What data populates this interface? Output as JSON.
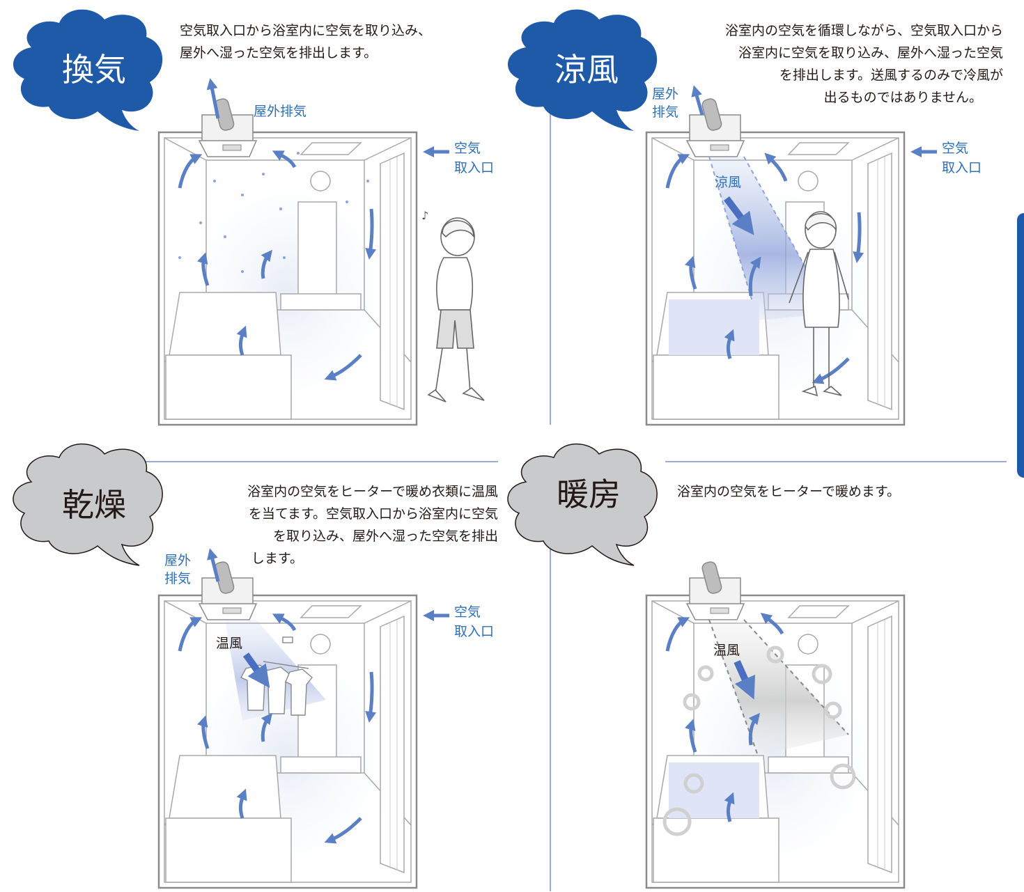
{
  "colors": {
    "accent_blue": "#1f5aa8",
    "label_blue": "#2c6fb6",
    "bubble_gray": "#c9cacb",
    "arrow_blue": "#5b7fc4",
    "divider": "#9aa9d6"
  },
  "panels": {
    "ventilation": {
      "title": "換気",
      "desc": [
        "空気取入口から浴室内に空気を取り込み、",
        "屋外へ湿った空気を排出します。"
      ],
      "exhaust_label": "屋外排気",
      "intake_label": [
        "空気",
        "取入口"
      ]
    },
    "cool_breeze": {
      "title": "涼風",
      "desc": [
        "浴室内の空気を循環しながら、空気取入口から",
        "浴室内に空気を取り込み、屋外へ湿った空気",
        "を排出します。送風するのみで冷風が",
        "出るものではありません。"
      ],
      "exhaust_label": [
        "屋外",
        "排気"
      ],
      "flow_label": "涼風",
      "intake_label": [
        "空気",
        "取入口"
      ]
    },
    "drying": {
      "title": "乾燥",
      "desc": [
        "浴室内の空気をヒーターで暖め衣類に温風",
        "を当てます。空気取入口から浴室内に空気",
        "を取り込み、屋外へ湿った空気を排出",
        "します。"
      ],
      "exhaust_label": [
        "屋外",
        "排気"
      ],
      "flow_label": "温風",
      "intake_label": [
        "空気",
        "取入口"
      ]
    },
    "heating": {
      "title": "暖房",
      "desc": [
        "浴室内の空気をヒーターで暖めます。"
      ],
      "flow_label": "温風"
    }
  }
}
